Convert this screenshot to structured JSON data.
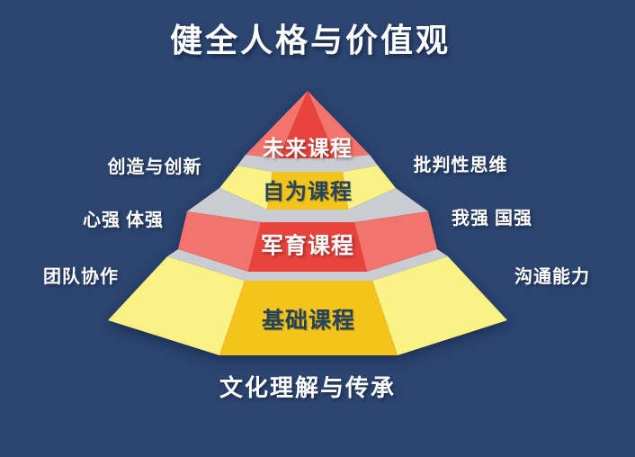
{
  "title": "健全人格与价值观",
  "colors": {
    "background": "#2b4470",
    "red_front": "#e8443d",
    "red_side": "#f3736d",
    "gold_front": "#f5c41c",
    "yellow_side": "#faf285",
    "band_gray": "#cbccd1",
    "dark_text": "#264459",
    "light_text": "#ffffff"
  },
  "pyramid": {
    "levels": [
      {
        "label": "未来课程",
        "front_color": "#e8443d",
        "side_color": "#f3736d",
        "label_color": "#ffffff"
      },
      {
        "label": "自为课程",
        "front_color": "#f5c41c",
        "side_color": "#faf285",
        "label_color": "#264459"
      },
      {
        "label": "军育课程",
        "front_color": "#e8443d",
        "side_color": "#f3736d",
        "label_color": "#ffffff"
      },
      {
        "label": "基础课程",
        "front_color": "#f5c41c",
        "side_color": "#faf285",
        "label_color": "#264459"
      }
    ]
  },
  "side_labels": {
    "left": [
      {
        "text": "创造与创新"
      },
      {
        "text": "心强 体强"
      },
      {
        "text": "团队协作"
      }
    ],
    "right": [
      {
        "text": "批判性思维"
      },
      {
        "text": "我强 国强"
      },
      {
        "text": "沟通能力"
      }
    ],
    "bottom": "文化理解与传承"
  }
}
